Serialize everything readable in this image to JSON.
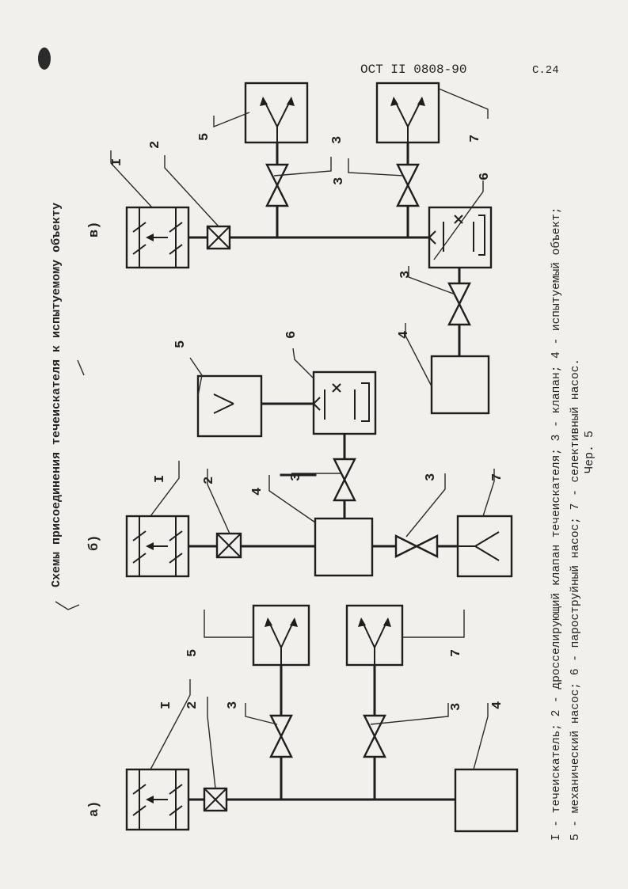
{
  "header": {
    "doc_code": "ОСТ II 0808-90",
    "page_no": "С.24"
  },
  "title": "Схемы присоединения течеискателя к испытуемому объекту",
  "schemes": {
    "a": "а)",
    "b": "б)",
    "c": "в)"
  },
  "labels": {
    "n1": "I",
    "n2": "2",
    "n3": "3",
    "n4": "4",
    "n5": "5",
    "n6": "6",
    "n7": "7"
  },
  "legend": {
    "line1": "I - течеискатель; 2 - дросселирующий клапан течеискателя; 3 - клапан; 4 - испытуемый объект;",
    "line2": "5 - механический насос; 6 - пароструйный насос; 7 - селективный насос."
  },
  "footer": {
    "sheet_note": "Чер. 5"
  },
  "colors": {
    "ink": "#1e1e1e",
    "paper": "#f1f0ec"
  }
}
